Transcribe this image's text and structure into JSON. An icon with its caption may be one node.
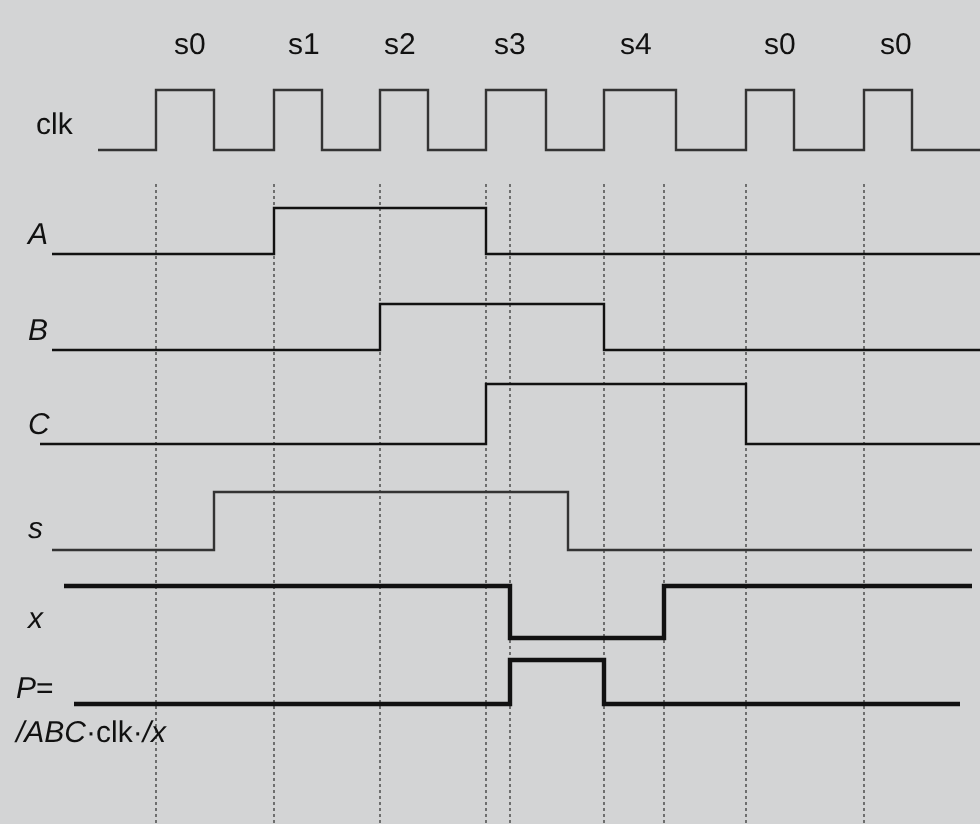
{
  "diagram": {
    "labels": [
      "s0",
      "s1",
      "s2",
      "s3",
      "s4",
      "s0",
      "s0",
      "clk",
      "A",
      "B",
      "C",
      "s",
      "x",
      "*P*= */ABC*·clk·*/x*"
    ]
  }
}
